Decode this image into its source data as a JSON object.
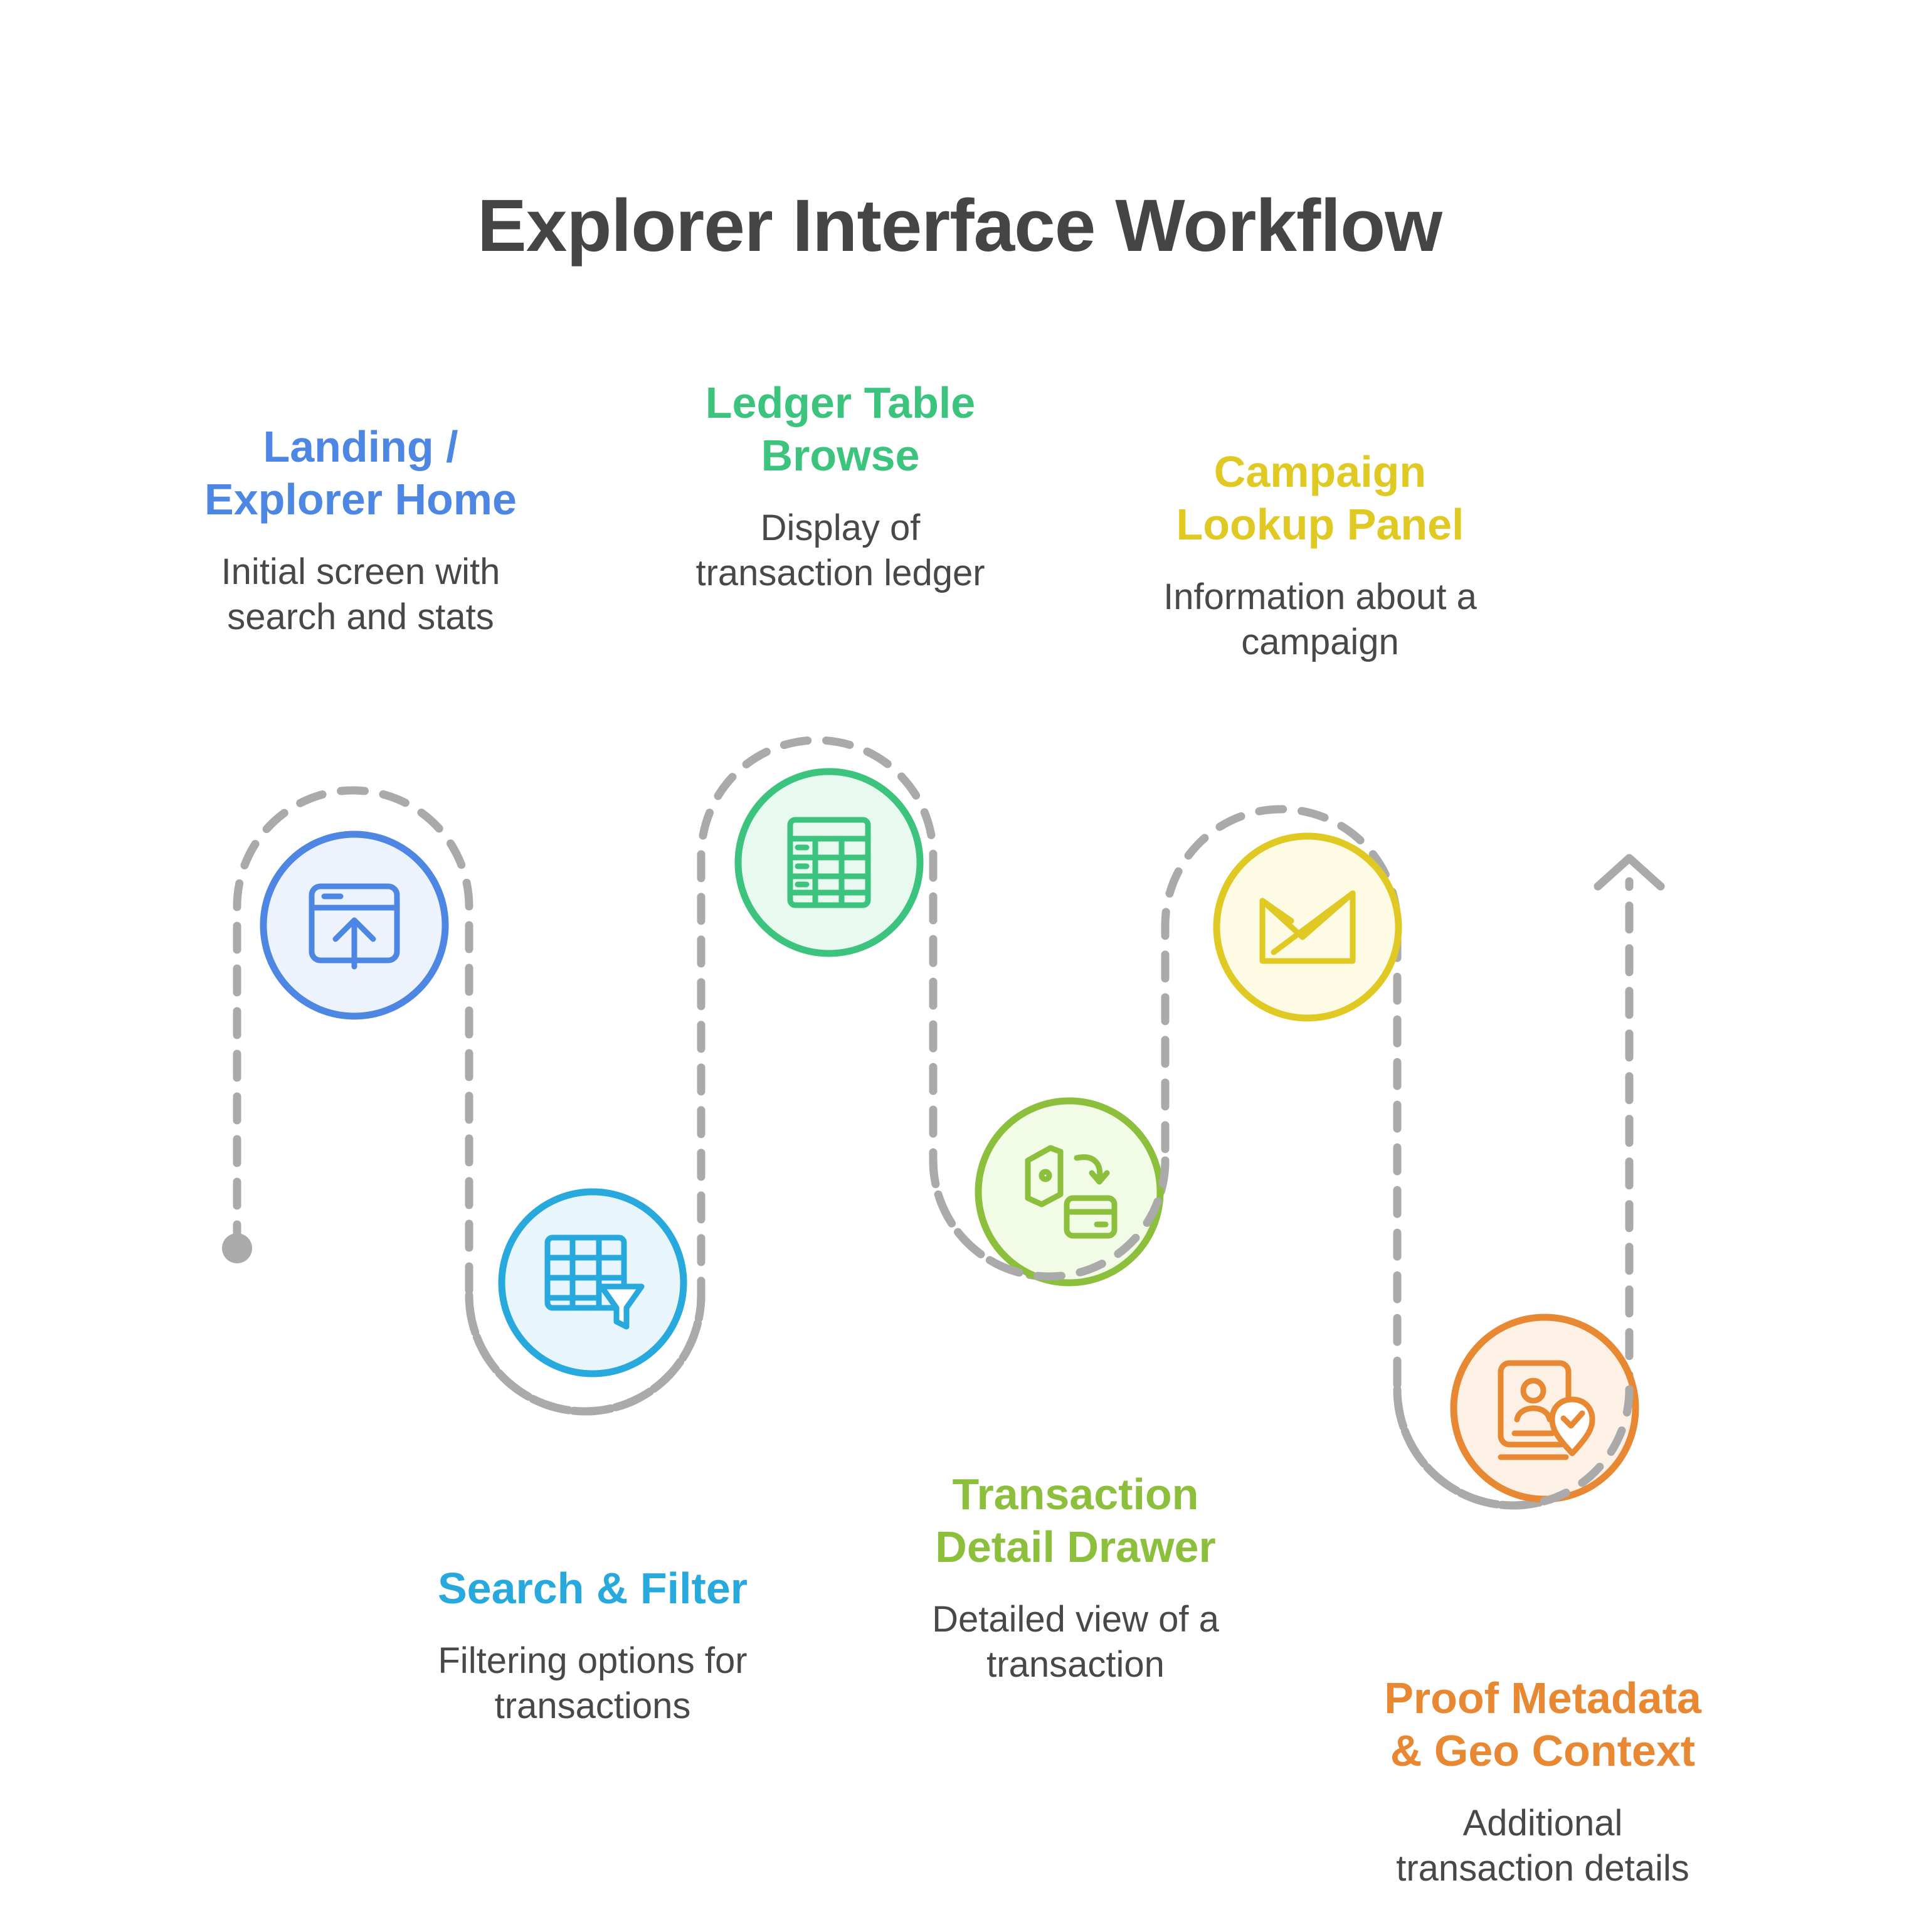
{
  "title": "Explorer Interface Workflow",
  "steps": [
    {
      "label": "Landing /\nExplorer Home",
      "description": "Initial screen with\nsearch and stats",
      "color": "#4e86e4",
      "fill": "#edf3fd",
      "icon": "browser-upload-icon"
    },
    {
      "label": "Search & Filter",
      "description": "Filtering options for\ntransactions",
      "color": "#27a9dd",
      "fill": "#e8f6fc",
      "icon": "table-filter-icon"
    },
    {
      "label": "Ledger Table\nBrowse",
      "description": "Display of\ntransaction ledger",
      "color": "#3cc47e",
      "fill": "#e8faf0",
      "icon": "ledger-table-icon"
    },
    {
      "label": "Transaction\nDetail Drawer",
      "description": "Detailed view of a\ntransaction",
      "color": "#8cbf3c",
      "fill": "#f2fbe6",
      "icon": "wallet-transfer-icon"
    },
    {
      "label": "Campaign\nLookup Panel",
      "description": "Information about a\ncampaign",
      "color": "#e0c922",
      "fill": "#fdfbe3",
      "icon": "campaign-flag-icon"
    },
    {
      "label": "Proof Metadata\n& Geo Context",
      "description": "Additional\ntransaction details",
      "color": "#e88833",
      "fill": "#fdf1e5",
      "icon": "profile-location-icon"
    }
  ],
  "path_color": "#aaaaaa"
}
